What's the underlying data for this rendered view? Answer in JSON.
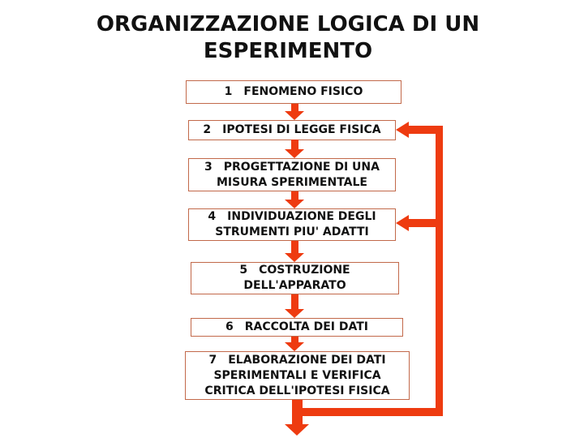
{
  "title": {
    "line1": "ORGANIZZAZIONE LOGICA DI UN",
    "line2": "ESPERIMENTO"
  },
  "boxes": [
    {
      "number": "1",
      "line1": "FENOMENO FISICO"
    },
    {
      "number": "2",
      "line1": "IPOTESI DI LEGGE FISICA"
    },
    {
      "number": "3",
      "line1": "PROGETTAZIONE DI UNA",
      "line2": "MISURA SPERIMENTALE"
    },
    {
      "number": "4",
      "line1": "INDIVIDUAZIONE DEGLI",
      "line2": "STRUMENTI PIU' ADATTI"
    },
    {
      "number": "5",
      "line1": "COSTRUZIONE",
      "line2": "DELL'APPARATO"
    },
    {
      "number": "6",
      "line1": "RACCOLTA DEI DATI"
    },
    {
      "number": "7",
      "line1": "ELABORAZIONE DEI DATI",
      "line2": "SPERIMENTALI E VERIFICA",
      "line3": "CRITICA DELL'IPOTESI FISICA"
    }
  ],
  "colors": {
    "arrow": "#ee3b10",
    "box_border": "#c2694a",
    "text": "#111111",
    "background": "#ffffff"
  }
}
